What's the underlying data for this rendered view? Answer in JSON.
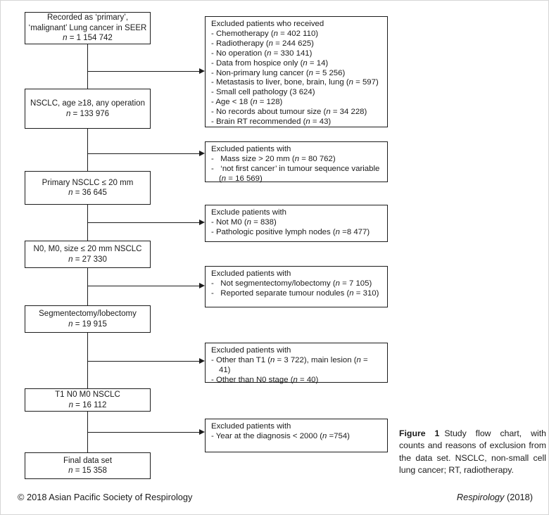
{
  "flow_boxes": [
    {
      "lines": [
        "Recorded as ‘primary’,",
        "‘malignant’ Lung cancer in SEER"
      ],
      "n": "n = 1 154 742"
    },
    {
      "lines": [
        "NSCLC, age ≥18, any operation"
      ],
      "n": "n = 133 976"
    },
    {
      "lines": [
        "Primary NSCLC ≤ 20 mm"
      ],
      "n": "n = 36 645"
    },
    {
      "lines": [
        "N0, M0, size ≤ 20 mm NSCLC"
      ],
      "n": "n = 27 330"
    },
    {
      "lines": [
        "Segmentectomy/lobectomy"
      ],
      "n": "n = 19 915"
    },
    {
      "lines": [
        "T1 N0 M0 NSCLC"
      ],
      "n": "n = 16 112"
    },
    {
      "lines": [
        "Final data set"
      ],
      "n": "n = 15 358"
    }
  ],
  "exclusion_boxes": [
    {
      "title": "Excluded patients who received",
      "items": [
        "- Chemotherapy (n = 402 110)",
        "- Radiotherapy (n = 244 625)",
        "- No operation (n = 330 141)",
        "- Data from hospice only (n = 14)",
        "- Non-primary lung cancer (n = 5 256)",
        "- Metastasis to liver, bone, brain, lung (n = 597)",
        "- Small cell pathology (3 624)",
        "- Age < 18 (n = 128)",
        "- No records about tumour size (n = 34 228)",
        "- Brain RT recommended (n = 43)"
      ]
    },
    {
      "title": "Excluded patients with",
      "items": [
        "-   Mass size > 20 mm (n = 80 762)",
        "-   ‘not first cancer’ in tumour sequence variable (n = 16 569)"
      ]
    },
    {
      "title": "Exclude patients with",
      "items": [
        "- Not M0 (n = 838)",
        "- Pathologic positive lymph nodes (n =8 477)"
      ]
    },
    {
      "title": "Excluded patients with",
      "items": [
        "-   Not segmentectomy/lobectomy (n = 7 105)",
        "-   Reported separate tumour nodules (n = 310)"
      ]
    },
    {
      "title": "Excluded patients with",
      "items": [
        "- Other than T1 (n = 3 722), main lesion (n = 41)",
        "- Other than N0 stage (n = 40)"
      ]
    },
    {
      "title": "Excluded patients with",
      "items": [
        "- Year at the diagnosis < 2000 (n =754)"
      ]
    }
  ],
  "caption": {
    "label": "Figure 1",
    "text": "Study flow chart, with counts and reasons of exclusion from the data set. NSCLC, non-small cell lung cancer; RT, radiotherapy."
  },
  "footer": {
    "copyright": "© 2018 Asian Pacific Society of Respirology",
    "journal": "Respirology",
    "year": " (2018)"
  }
}
